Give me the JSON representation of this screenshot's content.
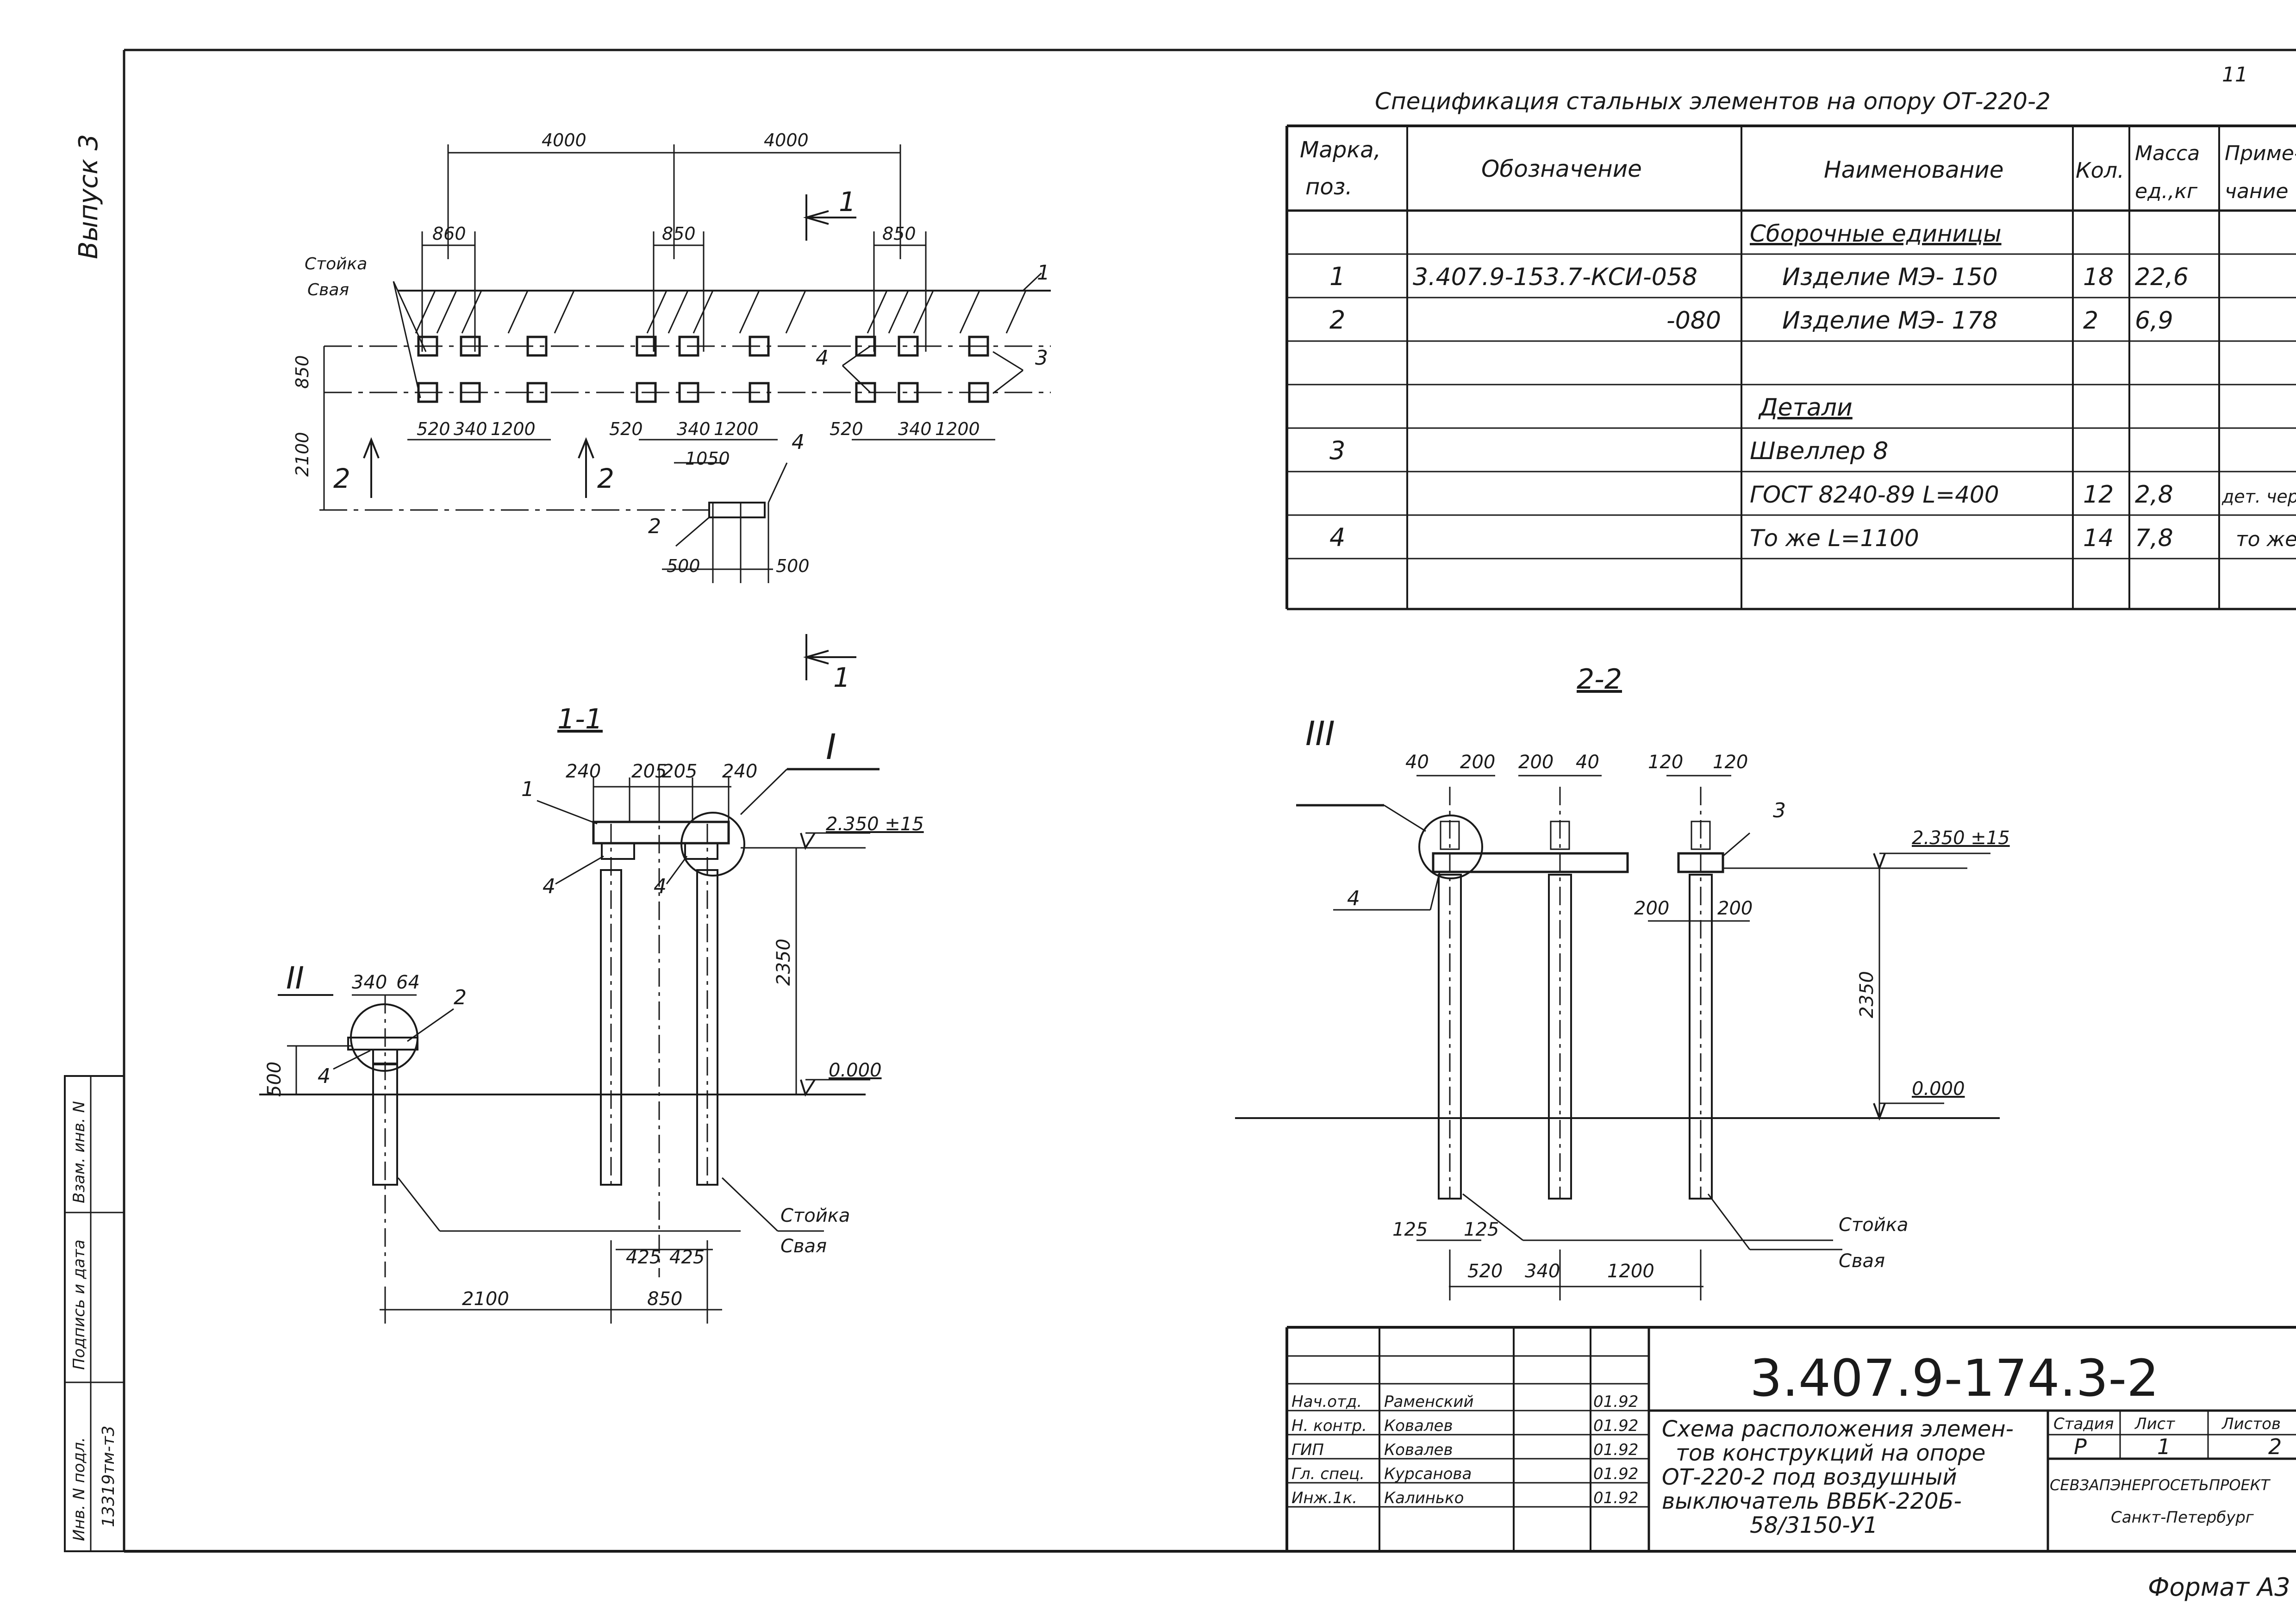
{
  "sheet": {
    "sheet_number": "11",
    "side_label": "Выпуск 3",
    "format_label": "Формат А3"
  },
  "side_stamp": {
    "labels": [
      "Взам. инв. N",
      "Подпись и дата",
      "Инв. N подл."
    ],
    "inv_number": "13319тм-т3"
  },
  "spec": {
    "title": "Спецификация стальных элементов на опору  ОТ-220-2",
    "headers": {
      "mark": [
        "Марка,",
        "поз."
      ],
      "designation": "Обозначение",
      "name": "Наименование",
      "qty": "Кол.",
      "mass": [
        "Масса",
        "ед.,кг"
      ],
      "note": [
        "Приме-",
        "чание"
      ]
    },
    "rows": [
      {
        "mark": "",
        "designation": "",
        "name": "Сборочные единицы",
        "qty": "",
        "mass": "",
        "note": ""
      },
      {
        "mark": "1",
        "designation": "3.407.9-153.7-КСИ-058",
        "name": "Изделие МЭ-  150",
        "qty": "18",
        "mass": "22,6",
        "note": ""
      },
      {
        "mark": "2",
        "designation": "-080",
        "name": "Изделие МЭ-  178",
        "qty": "2",
        "mass": "6,9",
        "note": ""
      },
      {
        "mark": "",
        "designation": "",
        "name": "",
        "qty": "",
        "mass": "",
        "note": ""
      },
      {
        "mark": "",
        "designation": "",
        "name": "Детали",
        "qty": "",
        "mass": "",
        "note": ""
      },
      {
        "mark": "3",
        "designation": "",
        "name": "Швеллер 8",
        "qty": "",
        "mass": "",
        "note": ""
      },
      {
        "mark": "",
        "designation": "",
        "name": "ГОСТ 8240-89 L=400",
        "qty": "12",
        "mass": "2,8",
        "note": "дет. чертеж"
      },
      {
        "mark": "4",
        "designation": "",
        "name": "То же             L=1100",
        "qty": "14",
        "mass": "7,8",
        "note": "то же"
      },
      {
        "mark": "",
        "designation": "",
        "name": "",
        "qty": "",
        "mass": "",
        "note": ""
      }
    ]
  },
  "plan": {
    "dims_top": [
      "4000",
      "4000"
    ],
    "dims_group": [
      "860",
      "850",
      "850"
    ],
    "dim_850_vertical": "850",
    "dim_2100_vertical": "2100",
    "dims_bottom_1": [
      "520",
      "340",
      "1200"
    ],
    "dims_bottom_2": [
      "520",
      "340",
      "1200"
    ],
    "dims_bottom_3": [
      "520",
      "340",
      "1200"
    ],
    "dim_1050": "1050",
    "dims_500": [
      "500",
      "500"
    ],
    "label_stoika": "Стойка",
    "label_svaya": "Свая",
    "callouts": [
      "1",
      "2",
      "3",
      "4",
      "4"
    ],
    "section_1": "1",
    "section_2": "2"
  },
  "section11": {
    "title": "1-1",
    "detail_I": "I",
    "detail_II": "II",
    "dims_top": [
      "240",
      "205",
      "205",
      "240"
    ],
    "dims_detail2": [
      "340",
      "64"
    ],
    "elev_top": "2.350 ±15",
    "elev_zero": "0.000",
    "dim_2350": "2350",
    "dim_500": "500",
    "dims_bottom_425": [
      "425",
      "425"
    ],
    "dims_bottom": [
      "2100",
      "850"
    ],
    "callouts": [
      "1",
      "2",
      "4",
      "4",
      "4"
    ],
    "label_stoika": "Стойка",
    "label_svaya": "Свая"
  },
  "section22": {
    "title": "2-2",
    "detail_III": "III",
    "dims_top": [
      "40",
      "200",
      "200",
      "40",
      "120",
      "120"
    ],
    "dims_mid": [
      "200",
      "200"
    ],
    "elev_top": "2.350 ±15",
    "elev_zero": "0.000",
    "dim_2350": "2350",
    "dims_125": [
      "125",
      "125"
    ],
    "dims_bottom": [
      "520",
      "340",
      "1200"
    ],
    "callouts": [
      "3",
      "4"
    ],
    "label_stoika": "Стойка",
    "label_svaya": "Свая"
  },
  "title_block": {
    "doc_code": "3.407.9-174.3-2",
    "roles": [
      "Нач.отд.",
      "Н. контр.",
      "ГИП",
      "Гл. спец.",
      "Инж.1к."
    ],
    "names": [
      "Раменский",
      "Ковалев",
      "Ковалев",
      "Курсанова",
      "Калинько"
    ],
    "dates": [
      "01.92",
      "01.92",
      "01.92",
      "01.92",
      "01.92"
    ],
    "description": [
      "Схема расположения элемен-",
      "тов  конструкций на опоре",
      "ОТ-220-2 под воздушный",
      "выключатель ВВБК-220Б-",
      "58/3150-У1"
    ],
    "stage_label": "Стадия",
    "sheet_label": "Лист",
    "sheets_label": "Листов",
    "stage_value": "Р",
    "sheet_value": "1",
    "sheets_value": "2",
    "org": "СЕВЗАПЭНЕРГОСЕТЬПРОЕКТ",
    "city": "Санкт-Петербург"
  }
}
